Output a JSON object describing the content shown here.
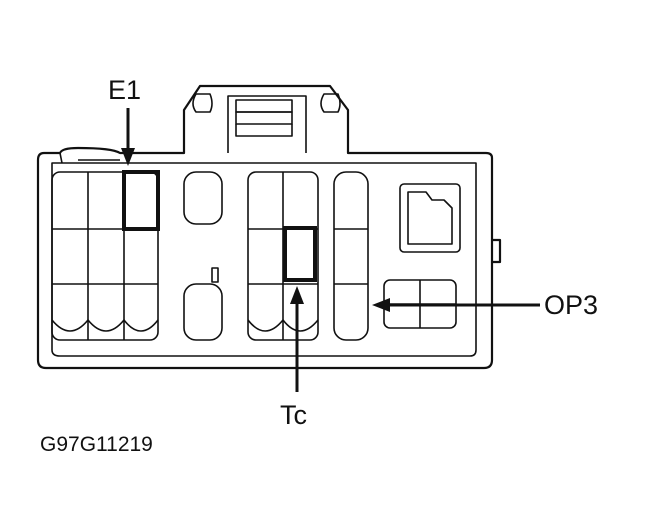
{
  "labels": {
    "e1": "E1",
    "tc": "Tc",
    "op3": "OP3",
    "figure_code": "G97G11219"
  },
  "colors": {
    "line": "#111111",
    "background": "#ffffff"
  }
}
